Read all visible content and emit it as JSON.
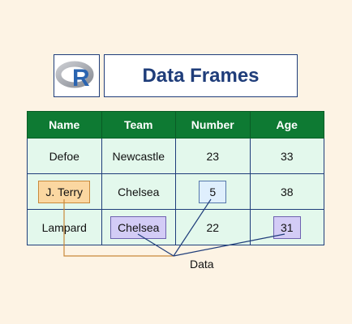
{
  "logo": {
    "letter": "R"
  },
  "title": "Data Frames",
  "table": {
    "headers": [
      "Name",
      "Team",
      "Number",
      "Age"
    ],
    "rows": [
      [
        "Defoe",
        "Newcastle",
        "23",
        "33"
      ],
      [
        "J. Terry",
        "Chelsea",
        "5",
        "38"
      ],
      [
        "Lampard",
        "Chelsea",
        "22",
        "31"
      ]
    ]
  },
  "highlight_colors": {
    "orange": "#fbd7a1",
    "light_blue": "#dfeffd",
    "purple": "#d3ccf6",
    "header_green": "#0e7a33",
    "cell_background": "#e3f8ec"
  },
  "annotation": "Data"
}
